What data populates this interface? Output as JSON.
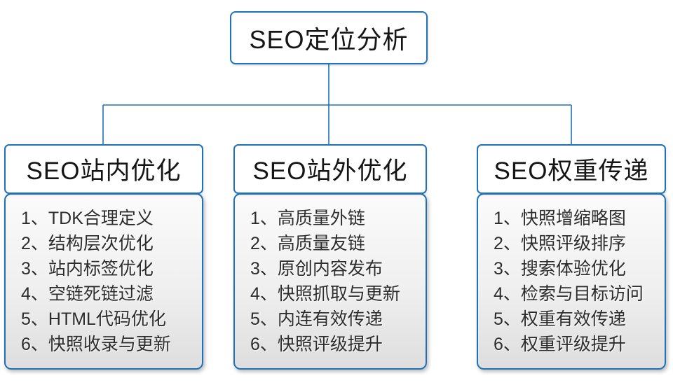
{
  "root": {
    "title": "SEO定位分析"
  },
  "columns": [
    {
      "title": "SEO站内优化",
      "items": [
        "1、TDK合理定义",
        "2、结构层次优化",
        "3、站内标签优化",
        "4、空链死链过滤",
        "5、HTML代码优化",
        "6、快照收录与更新"
      ]
    },
    {
      "title": "SEO站外优化",
      "items": [
        "1、高质量外链",
        "2、高质量友链",
        "3、原创内容发布",
        "4、快照抓取与更新",
        "5、内连有效传递",
        "6、快照评级提升"
      ]
    },
    {
      "title": "SEO权重传递",
      "items": [
        "1、快照增缩略图",
        "2、快照评级排序",
        "3、搜索体验优化",
        "4、检索与目标访问",
        "5、权重有效传递",
        "6、权重评级提升"
      ]
    }
  ],
  "colors": {
    "accent": "#1f72b8",
    "box_background": "#ffffff",
    "body_gradient_top": "#fbfbfb",
    "body_gradient_bottom": "#dedede",
    "text": "#151515"
  }
}
